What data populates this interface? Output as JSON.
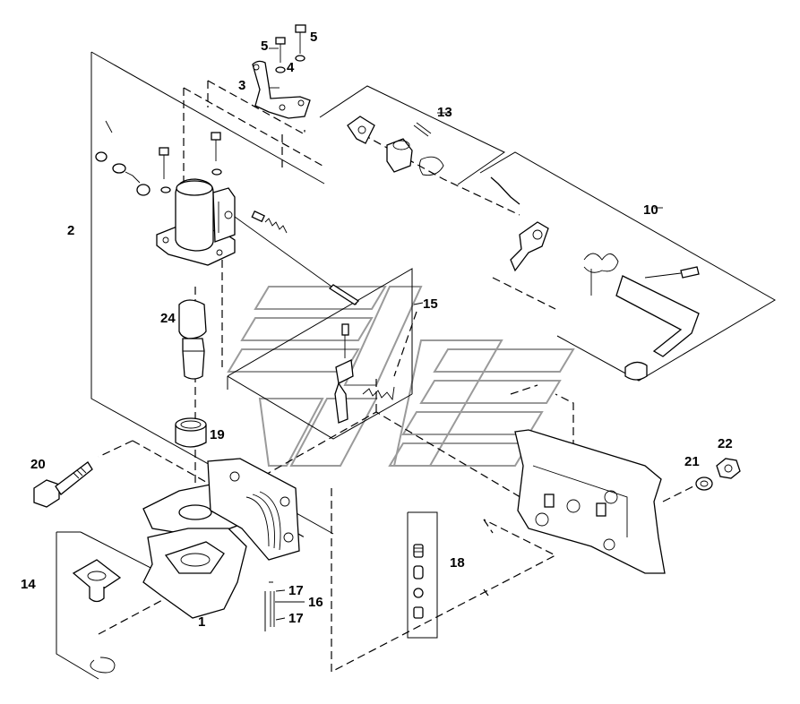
{
  "diagram": {
    "type": "exploded-parts-diagram",
    "labels": {
      "p1": "1",
      "p2": "2",
      "p3": "3",
      "p4": "4",
      "p5a": "5",
      "p5b": "5",
      "p10": "10",
      "p13": "13",
      "p14": "14",
      "p15": "15",
      "p16": "16",
      "p17a": "17",
      "p17b": "17",
      "p18": "18",
      "p19": "19",
      "p20": "20",
      "p21": "21",
      "p22": "22",
      "p24": "24"
    }
  }
}
